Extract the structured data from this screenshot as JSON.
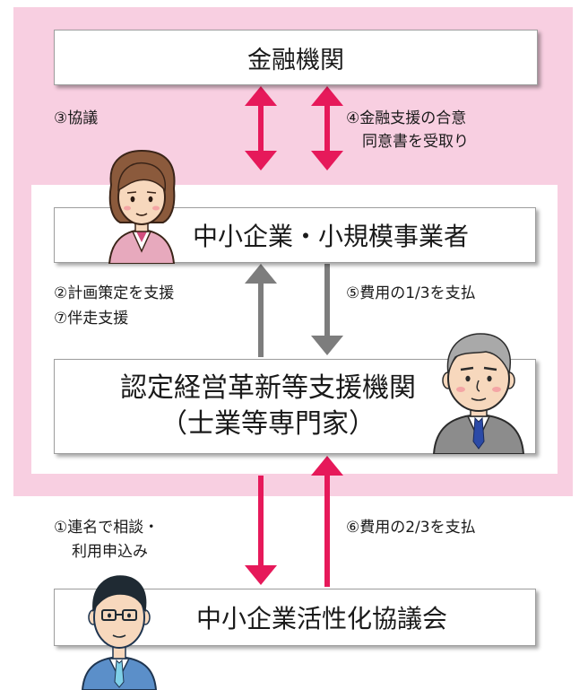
{
  "boxes": {
    "financial_institution": "金融機関",
    "sme": "中小企業・小規模事業者",
    "certified_line1": "認定経営革新等支援機関",
    "certified_line2": "（士業等専門家）",
    "council": "中小企業活性化協議会"
  },
  "steps": {
    "s1_line1": "①連名で相談・",
    "s1_line2": "利用申込み",
    "s2": "②計画策定を支援",
    "s3": "③協議",
    "s4_line1": "④金融支援の合意",
    "s4_line2": "同意書を受取り",
    "s5": "⑤費用の1/3を支払",
    "s6": "⑥費用の2/3を支払",
    "s7": "⑦伴走支援"
  },
  "colors": {
    "pink_bg": "#f8cfe1",
    "arrow_pink": "#e6195a",
    "arrow_gray": "#7d7d7d"
  }
}
